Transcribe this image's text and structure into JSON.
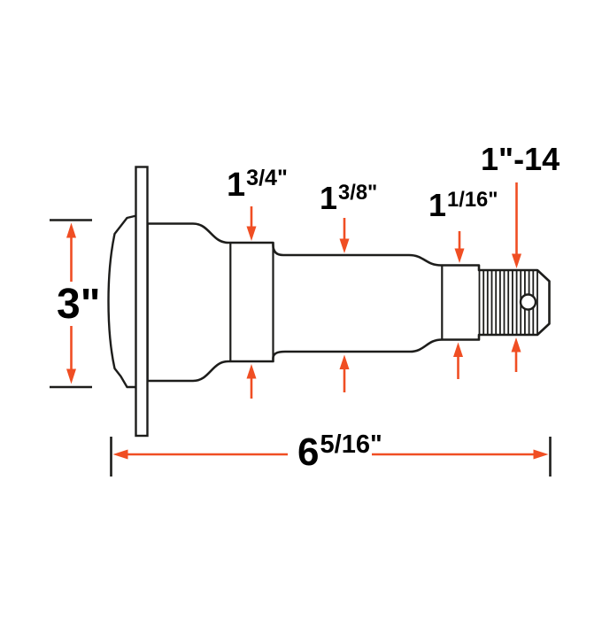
{
  "labels": {
    "shoulder_diameter": {
      "whole": "1",
      "fraction": "3/4\""
    },
    "taper_diameter": {
      "whole": "1",
      "fraction": "3/8\""
    },
    "seat_diameter": {
      "whole": "1",
      "fraction": "1/16\""
    },
    "thread_spec": "1\"-14",
    "flange_height": "3\"",
    "overall_length": {
      "whole": "6",
      "fraction": "5/16\""
    }
  },
  "colors": {
    "arrow": "#f04e23",
    "line": "#1d1d1b",
    "text": "#000000",
    "background": "#ffffff"
  }
}
